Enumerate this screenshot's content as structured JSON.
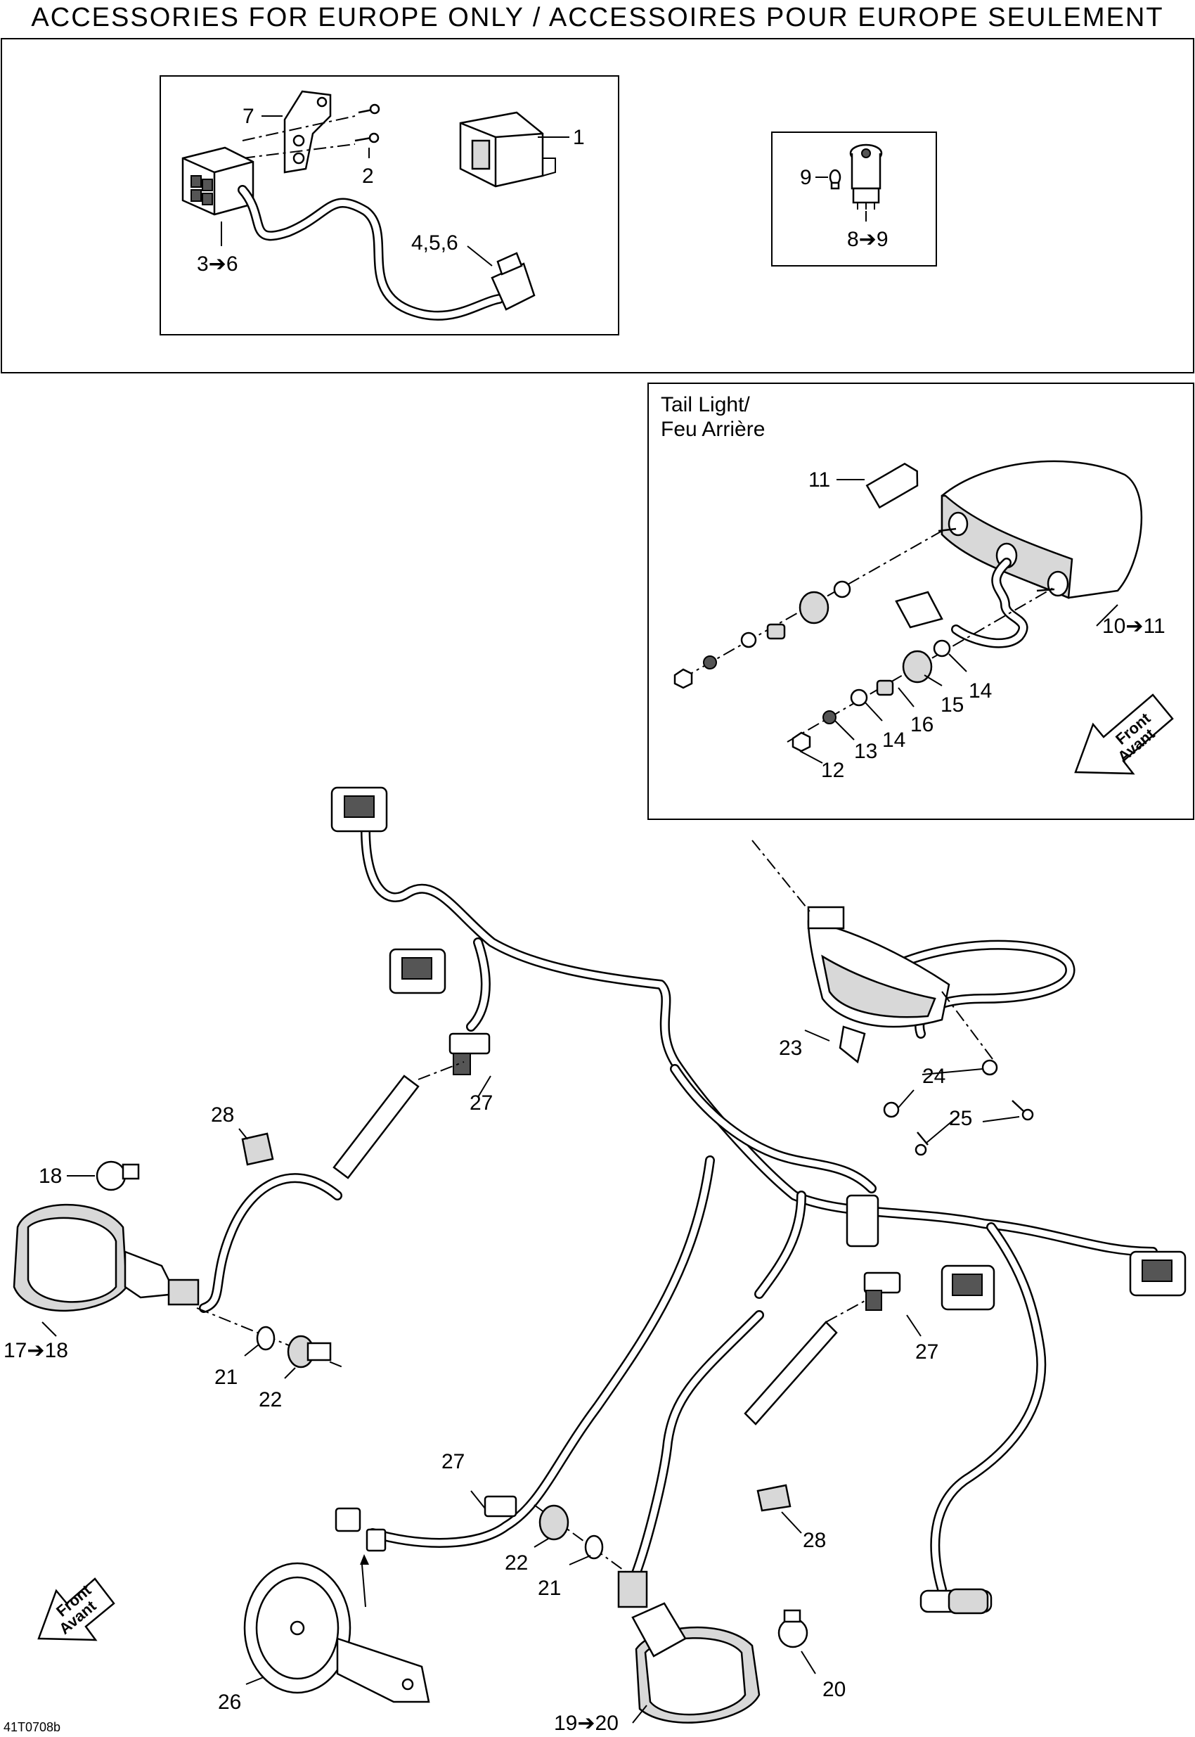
{
  "title": "ACCESSORIES FOR EUROPE ONLY / ACCESSOIRES POUR EUROPE SEULEMENT",
  "inset_tail_light_title_line1": "Tail Light/",
  "inset_tail_light_title_line2": "Feu Arrière",
  "front_arrow_line1": "Front",
  "front_arrow_line2": "Avant",
  "drawing_code": "41T0708b",
  "callouts": {
    "c1": "1",
    "c2": "2",
    "c3to6": "3➔6",
    "c456": "4,5,6",
    "c7": "7",
    "c9": "9",
    "c8to9": "8➔9",
    "c11": "11",
    "c10to11": "10➔11",
    "c12": "12",
    "c13": "13",
    "c14a": "14",
    "c14b": "14",
    "c15": "15",
    "c16": "16",
    "c17to18": "17➔18",
    "c18": "18",
    "c19to20": "19➔20",
    "c20": "20",
    "c21a": "21",
    "c21b": "21",
    "c22a": "22",
    "c22b": "22",
    "c23": "23",
    "c24": "24",
    "c25": "25",
    "c26": "26",
    "c27a": "27",
    "c27b": "27",
    "c27c": "27",
    "c28a": "28",
    "c28b": "28"
  }
}
